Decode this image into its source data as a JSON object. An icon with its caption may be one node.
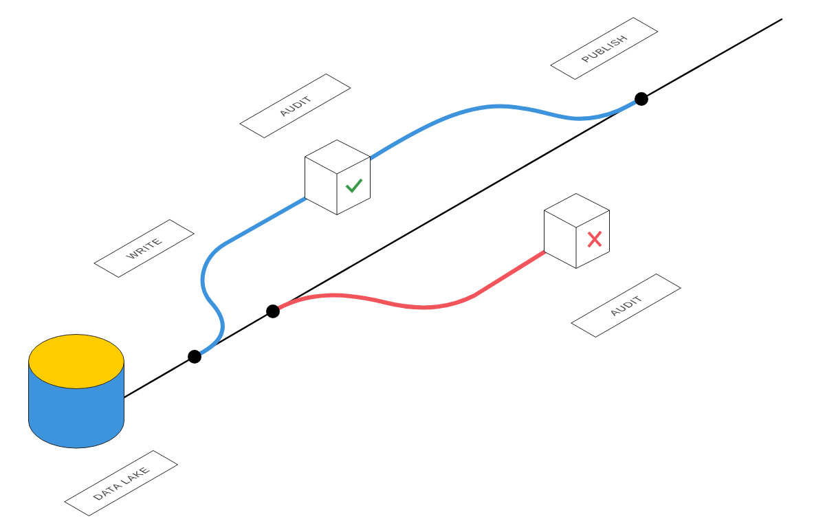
{
  "diagram": {
    "nodes": [
      {
        "text": [
          "PUBLISH"
        ]
      },
      {
        "text": [],
        "shape": "circle"
      },
      {
        "text": [
          "AUDIT"
        ]
      },
      {
        "text": [],
        "shape": "box"
      },
      {
        "text": [
          "WRITE"
        ]
      },
      {
        "text": [],
        "shape": "box"
      },
      {
        "text": [
          "AUDIT"
        ]
      },
      {
        "text": [],
        "shape": "circle"
      },
      {
        "text": [],
        "shape": "circle"
      },
      {
        "text": [],
        "shape": "cylinder"
      },
      {
        "text": [
          "DATA LAKE"
        ]
      }
    ],
    "edges": [
      {
        "from": 9,
        "to": 8,
        "arrow": "none"
      },
      {
        "from": 8,
        "to": 7,
        "arrow": "none"
      },
      {
        "from": 7,
        "to": 1,
        "arrow": "none"
      },
      {
        "from": 1,
        "to": null,
        "arrow": "none"
      },
      {
        "from": 8,
        "to": 3,
        "arrow": "none",
        "style": "thick",
        "color": "#3d93dc"
      },
      {
        "from": 3,
        "to": 1,
        "arrow": "none",
        "style": "thick",
        "color": "#3d93dc"
      },
      {
        "from": 7,
        "to": 5,
        "arrow": "none",
        "style": "thick",
        "color": "#f2545b"
      }
    ]
  }
}
